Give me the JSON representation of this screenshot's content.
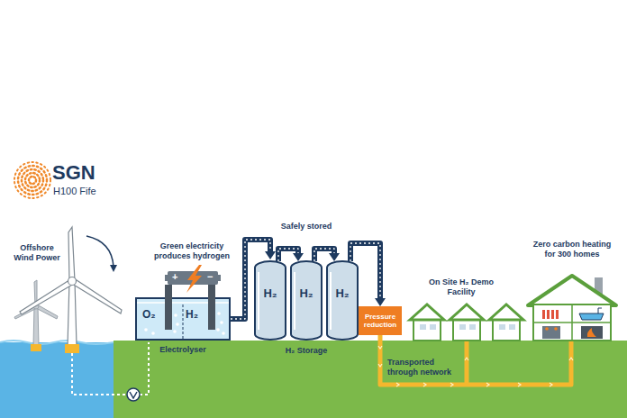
{
  "diagram": {
    "nodes": [
      {
        "text": [
          "O₂",
          "H₂",
          "Electrolyser"
        ]
      },
      {
        "text": [
          "H₂"
        ]
      },
      {
        "text": [
          "H₂"
        ]
      },
      {
        "text": [
          "H₂"
        ]
      },
      {
        "text": [
          "Pressure reduction"
        ]
      }
    ],
    "edges": [
      {
        "from": 0,
        "to": 1,
        "arrow": "to"
      },
      {
        "from": 1,
        "to": 2,
        "arrow": "to"
      },
      {
        "from": 2,
        "to": 3,
        "arrow": "to"
      },
      {
        "from": 3,
        "to": 4,
        "arrow": "to"
      }
    ],
    "labels": [
      "SGN",
      "H100 Fife",
      "Offshore Wind Power",
      "Green electricity produces hydrogen",
      "+",
      "−",
      "Safely stored",
      "H₂ Storage",
      "On Site H₂ Demo Facility",
      "Zero carbon heating for 300 homes",
      "Transported through network"
    ]
  }
}
